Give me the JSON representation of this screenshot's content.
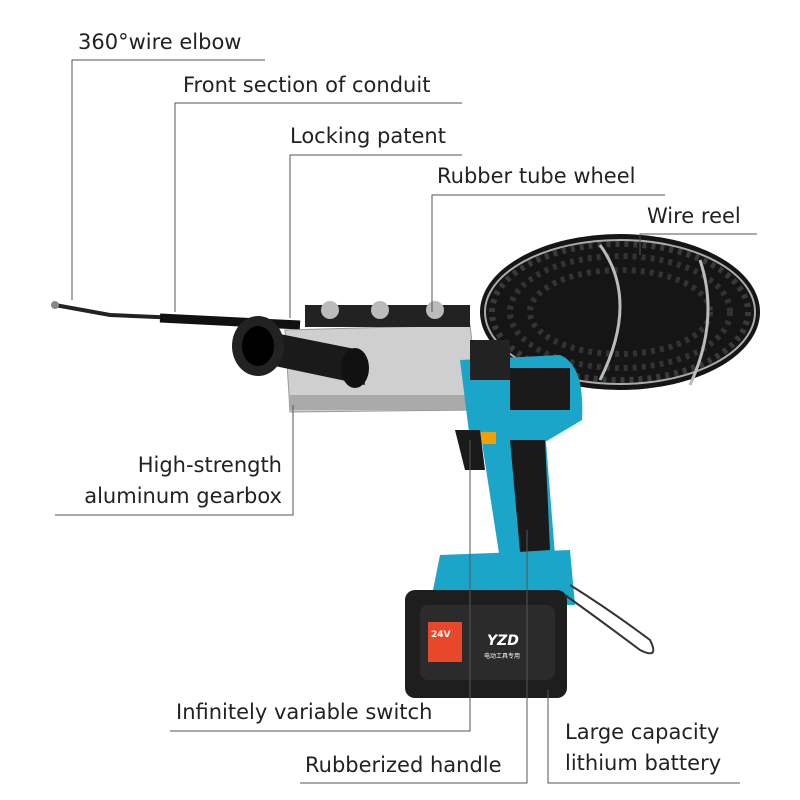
{
  "labels": {
    "wire_elbow": "360°wire elbow",
    "conduit_front": "Front section of conduit",
    "locking_patent": "Locking patent",
    "rubber_wheel": "Rubber tube wheel",
    "wire_reel": "Wire reel",
    "gearbox_line1": "High-strength",
    "gearbox_line2": "aluminum gearbox",
    "switch": "Infinitely variable switch",
    "handle": "Rubberized handle",
    "battery_line1": "Large capacity",
    "battery_line2": "lithium battery"
  },
  "battery_badge": {
    "voltage": "24V",
    "brand": "YZD",
    "brand_caption": "电动工具专用"
  },
  "colors": {
    "tool_body": "#1ba6c9",
    "battery": "#1e1e1e",
    "badge": "#e8472a",
    "gearbox": "#c9c9c9",
    "leader_line": "#555555"
  }
}
